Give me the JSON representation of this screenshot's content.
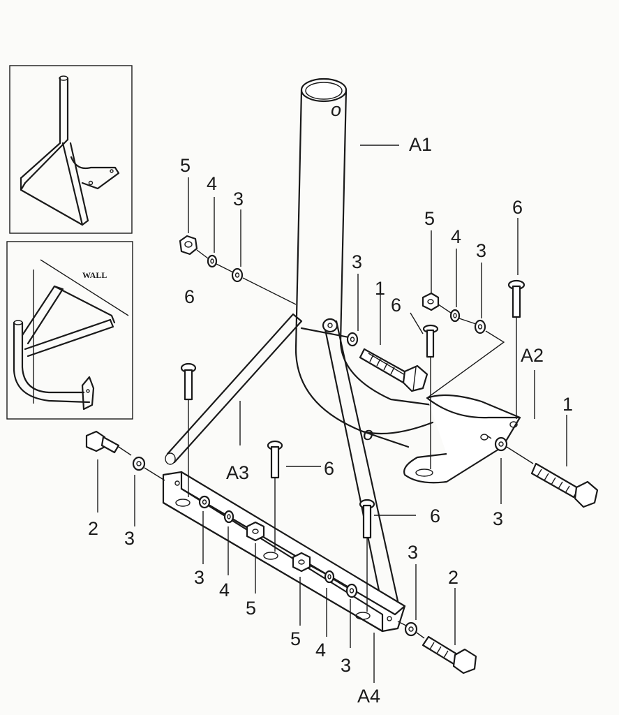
{
  "inset_wall_label": "WALL",
  "labels": {
    "A1": "A1",
    "A2": "A2",
    "A3": "A3",
    "A4": "A4",
    "n1": "1",
    "n2": "2",
    "n3": "3",
    "n4": "4",
    "n5": "5",
    "n6": "6"
  }
}
